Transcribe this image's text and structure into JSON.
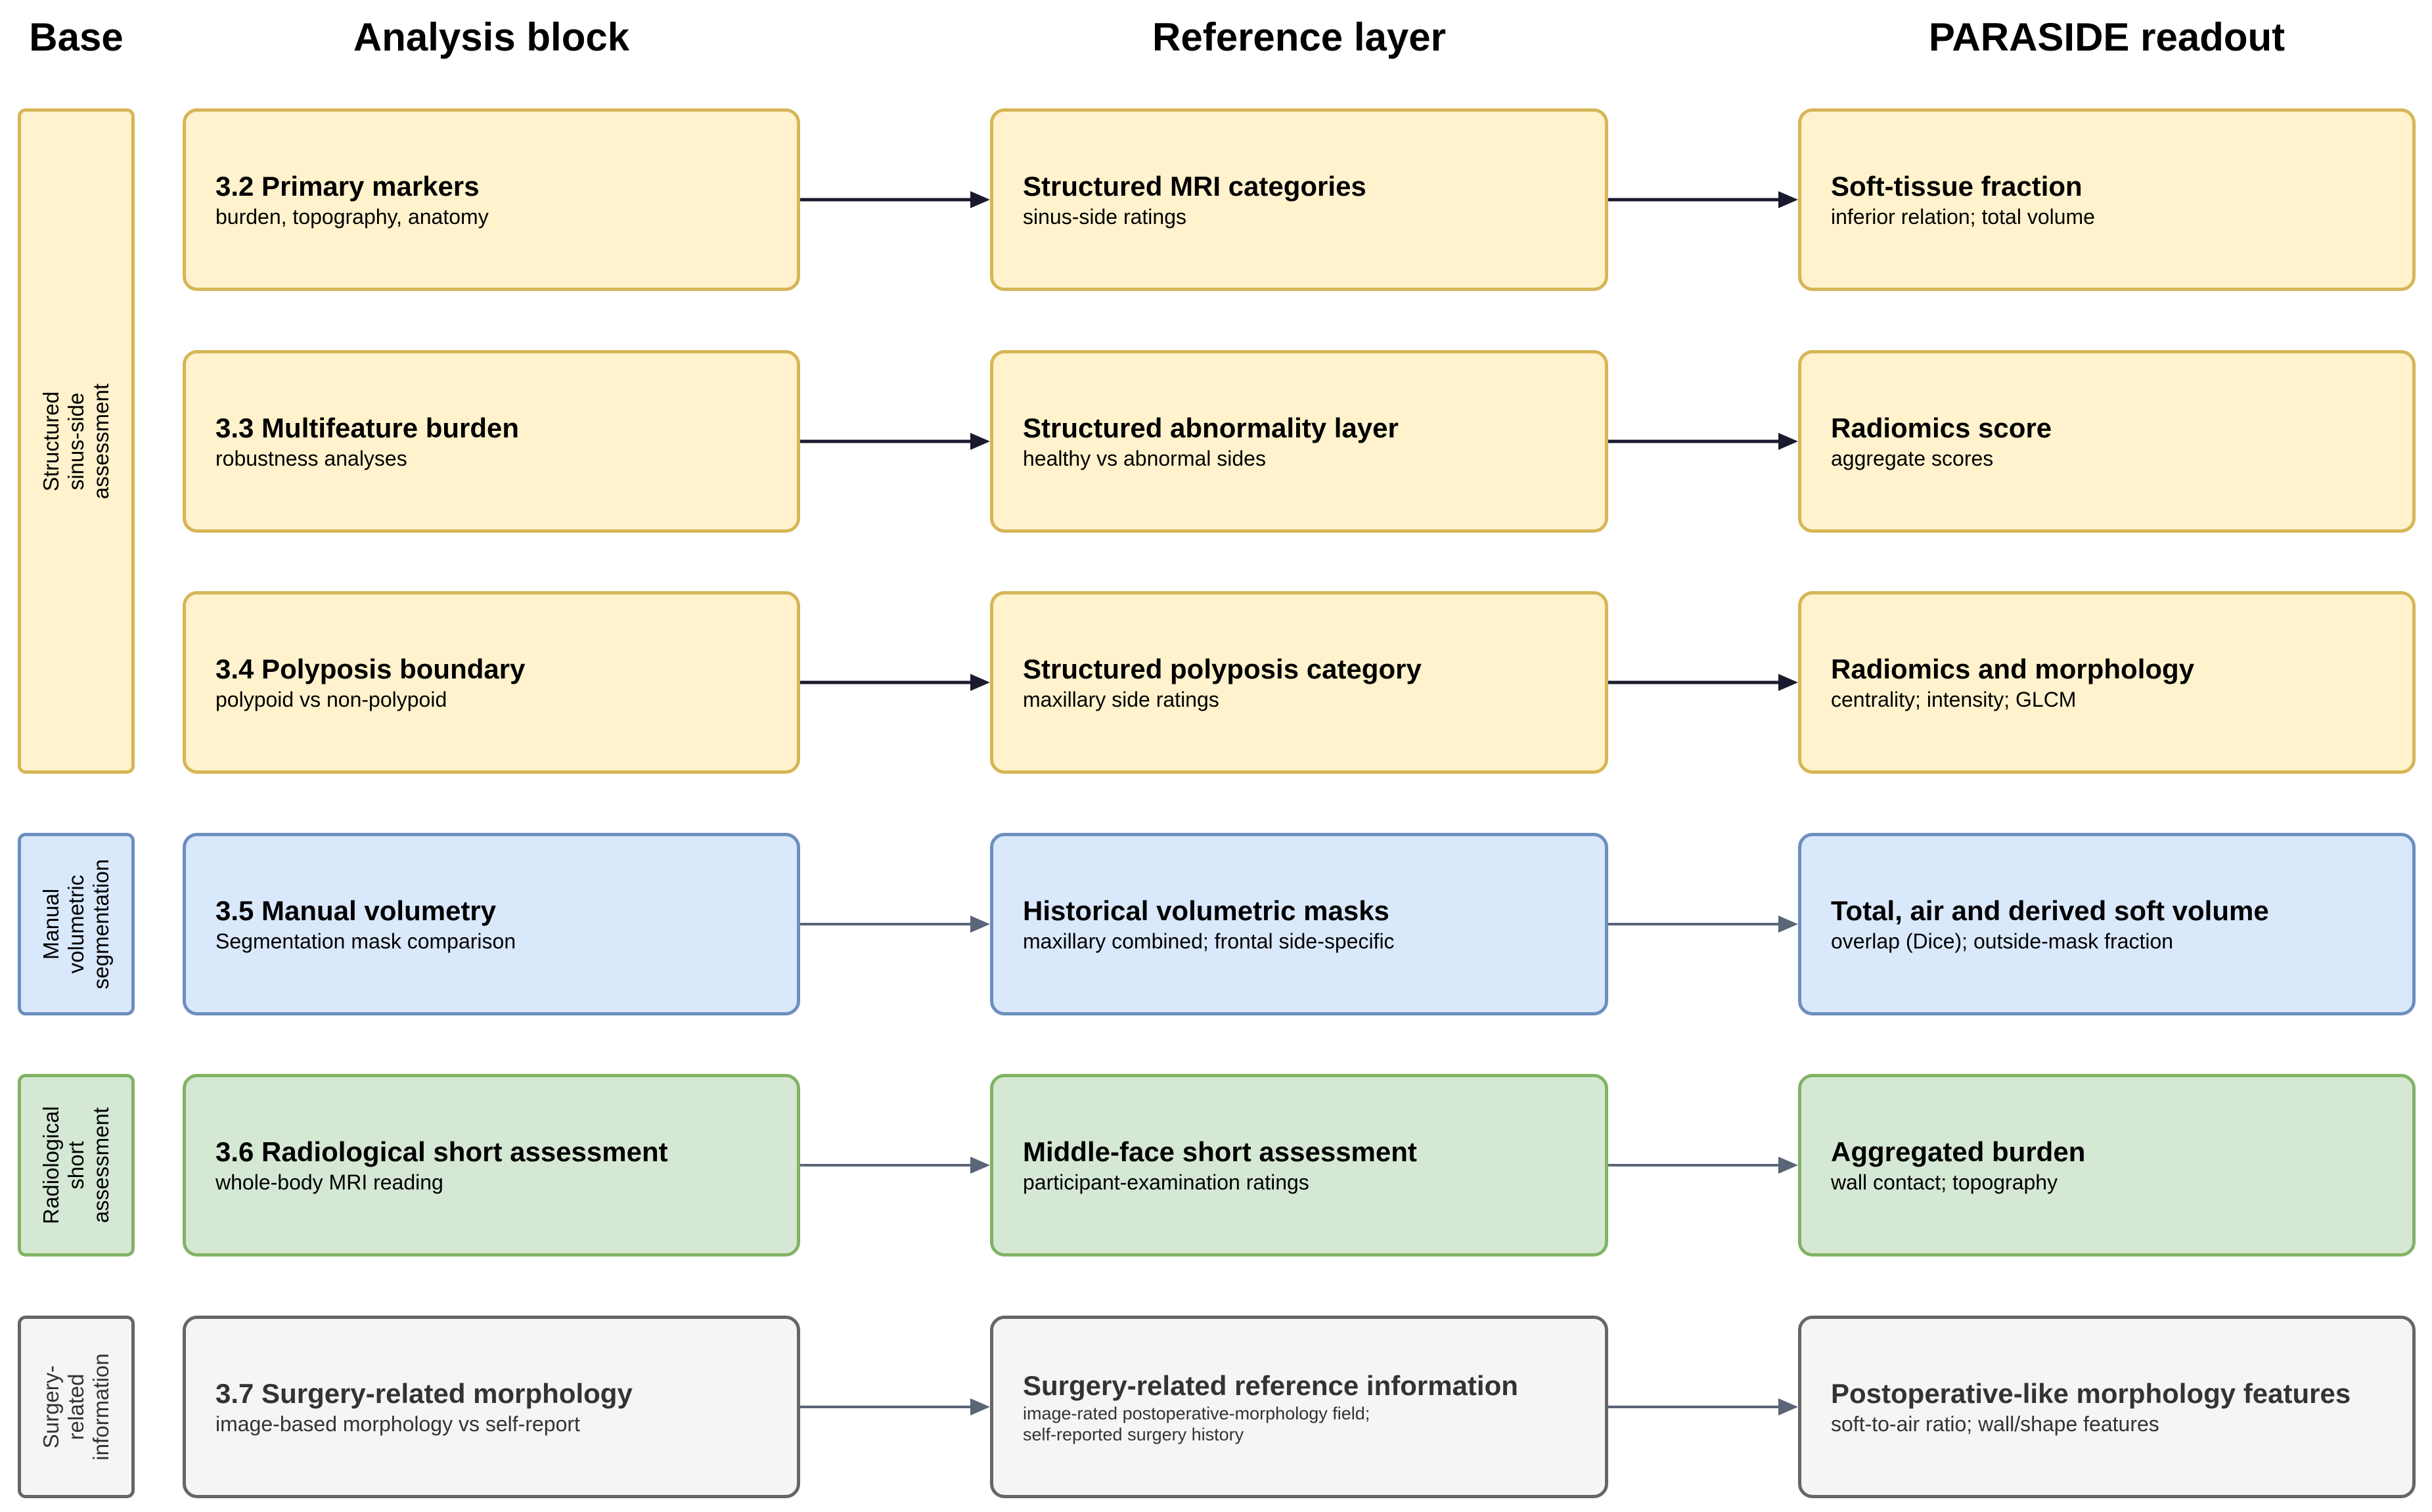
{
  "headers": {
    "base": "Base",
    "analysis": "Analysis block",
    "reference": "Reference layer",
    "readout": "PARASIDE readout"
  },
  "groups": [
    {
      "label": "Structured sinus-side assessment",
      "theme": "yellow"
    },
    {
      "label": "Manual\nvolumetric\nsegmentation",
      "theme": "blue"
    },
    {
      "label": "Radiological\nshort\nassessment",
      "theme": "green"
    },
    {
      "label": "Surgery-\nrelated\ninformation",
      "theme": "gray"
    }
  ],
  "rows": [
    {
      "theme": "yellow",
      "analysis": {
        "title": "3.2 Primary markers",
        "sub": "burden, topography, anatomy"
      },
      "reference": {
        "title": "Structured MRI categories",
        "sub": "sinus-side ratings"
      },
      "readout": {
        "title": "Soft-tissue fraction",
        "sub": "inferior relation; total volume"
      },
      "arrow_color": "#1a1a2e"
    },
    {
      "theme": "yellow",
      "analysis": {
        "title": "3.3 Multifeature burden",
        "sub": "robustness analyses"
      },
      "reference": {
        "title": "Structured abnormality layer",
        "sub": "healthy vs abnormal sides"
      },
      "readout": {
        "title": "Radiomics score",
        "sub": "aggregate scores"
      },
      "arrow_color": "#1a1a2e"
    },
    {
      "theme": "yellow",
      "analysis": {
        "title": "3.4 Polyposis boundary",
        "sub": "polypoid vs non-polypoid"
      },
      "reference": {
        "title": "Structured polyposis category",
        "sub": "maxillary side ratings"
      },
      "readout": {
        "title": "Radiomics and morphology",
        "sub": "centrality; intensity; GLCM"
      },
      "arrow_color": "#1a1a2e"
    },
    {
      "theme": "blue",
      "analysis": {
        "title": "3.5 Manual volumetry",
        "sub": "Segmentation mask comparison"
      },
      "reference": {
        "title": "Historical volumetric masks",
        "sub": "maxillary combined; frontal side-specific"
      },
      "readout": {
        "title": "Total, air and derived soft volume",
        "sub": "overlap (Dice); outside-mask fraction"
      },
      "arrow_color": "#5a6577"
    },
    {
      "theme": "green",
      "analysis": {
        "title": "3.6 Radiological short assessment",
        "sub": "whole-body MRI reading"
      },
      "reference": {
        "title": "Middle-face short assessment",
        "sub": "participant-examination ratings"
      },
      "readout": {
        "title": "Aggregated burden",
        "sub": "wall contact; topography"
      },
      "arrow_color": "#5a6577"
    },
    {
      "theme": "gray",
      "analysis": {
        "title": "3.7 Surgery-related morphology",
        "sub": "image-based morphology vs self-report"
      },
      "reference": {
        "title": "Surgery-related reference information",
        "sub": "image-rated postoperative-morphology field;\nself-reported surgery history"
      },
      "readout": {
        "title": "Postoperative-like morphology features",
        "sub": "soft-to-air ratio; wall/shape features"
      },
      "arrow_color": "#5a6577"
    }
  ]
}
